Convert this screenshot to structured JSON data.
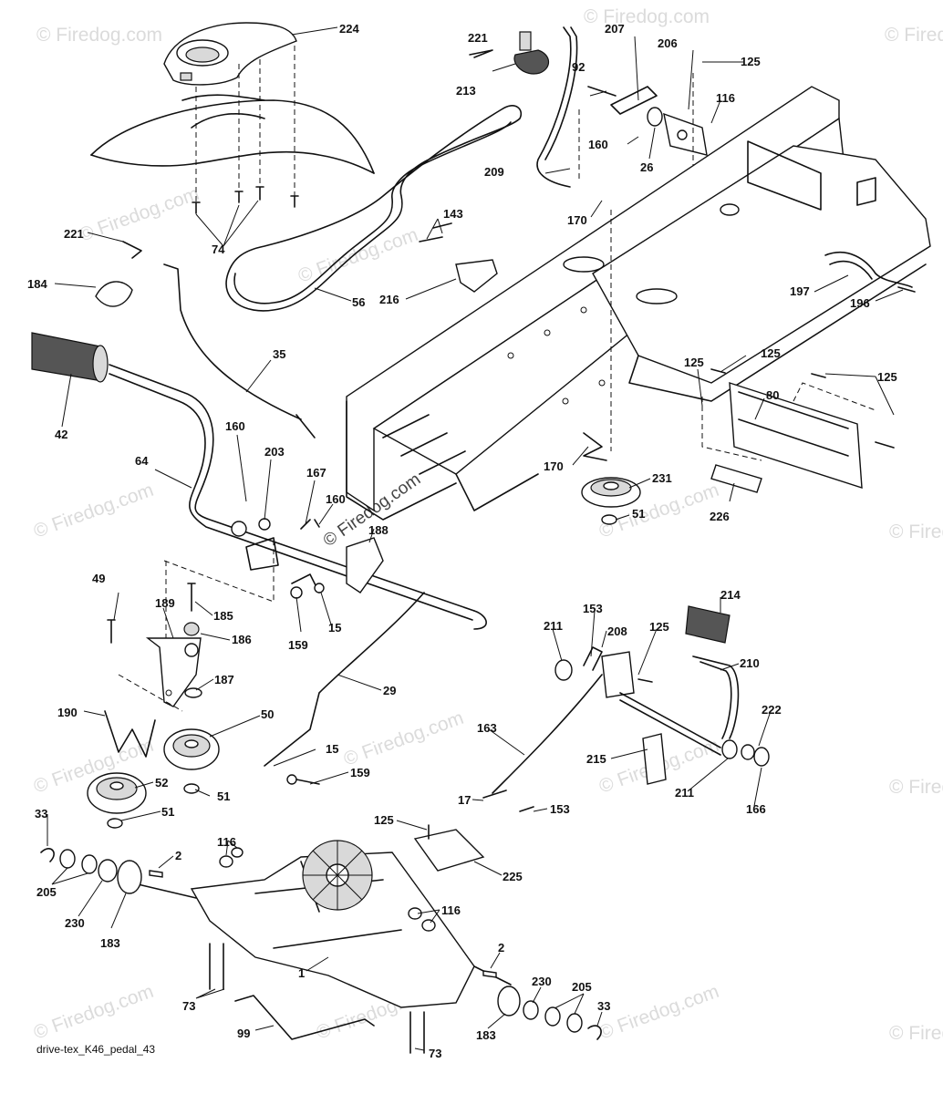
{
  "caption": "drive-tex_K46_pedal_43",
  "watermark": "© Firedog.com",
  "center_watermark": "© Firedog.com",
  "callouts": [
    {
      "label": "224"
    },
    {
      "label": "221"
    },
    {
      "label": "213"
    },
    {
      "label": "207"
    },
    {
      "label": "206"
    },
    {
      "label": "125"
    },
    {
      "label": "92"
    },
    {
      "label": "116"
    },
    {
      "label": "160"
    },
    {
      "label": "26"
    },
    {
      "label": "209"
    },
    {
      "label": "170"
    },
    {
      "label": "74"
    },
    {
      "label": "221"
    },
    {
      "label": "143"
    },
    {
      "label": "184"
    },
    {
      "label": "216"
    },
    {
      "label": "56"
    },
    {
      "label": "197"
    },
    {
      "label": "196"
    },
    {
      "label": "35"
    },
    {
      "label": "42"
    },
    {
      "label": "125"
    },
    {
      "label": "125"
    },
    {
      "label": "80"
    },
    {
      "label": "125"
    },
    {
      "label": "160"
    },
    {
      "label": "203"
    },
    {
      "label": "64"
    },
    {
      "label": "167"
    },
    {
      "label": "160"
    },
    {
      "label": "188"
    },
    {
      "label": "170"
    },
    {
      "label": "231"
    },
    {
      "label": "51"
    },
    {
      "label": "226"
    },
    {
      "label": "49"
    },
    {
      "label": "189"
    },
    {
      "label": "185"
    },
    {
      "label": "186"
    },
    {
      "label": "159"
    },
    {
      "label": "15"
    },
    {
      "label": "187"
    },
    {
      "label": "153"
    },
    {
      "label": "214"
    },
    {
      "label": "211"
    },
    {
      "label": "208"
    },
    {
      "label": "125"
    },
    {
      "label": "210"
    },
    {
      "label": "190"
    },
    {
      "label": "50"
    },
    {
      "label": "29"
    },
    {
      "label": "163"
    },
    {
      "label": "222"
    },
    {
      "label": "15"
    },
    {
      "label": "159"
    },
    {
      "label": "215"
    },
    {
      "label": "52"
    },
    {
      "label": "51"
    },
    {
      "label": "211"
    },
    {
      "label": "166"
    },
    {
      "label": "17"
    },
    {
      "label": "153"
    },
    {
      "label": "33"
    },
    {
      "label": "51"
    },
    {
      "label": "125"
    },
    {
      "label": "116"
    },
    {
      "label": "2"
    },
    {
      "label": "225"
    },
    {
      "label": "205"
    },
    {
      "label": "230"
    },
    {
      "label": "183"
    },
    {
      "label": "116"
    },
    {
      "label": "1"
    },
    {
      "label": "2"
    },
    {
      "label": "73"
    },
    {
      "label": "230"
    },
    {
      "label": "205"
    },
    {
      "label": "33"
    },
    {
      "label": "99"
    },
    {
      "label": "183"
    },
    {
      "label": "73"
    }
  ]
}
